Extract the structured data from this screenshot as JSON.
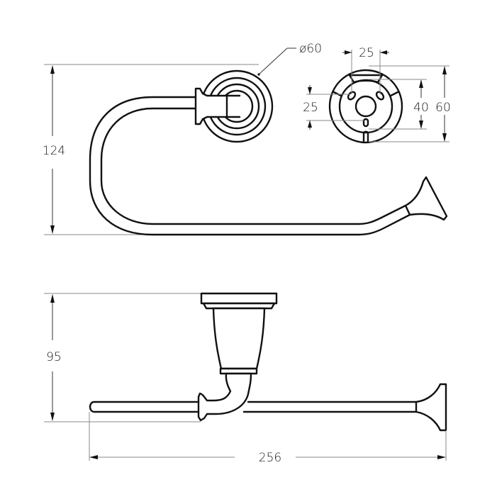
{
  "drawing": {
    "type": "technical-drawing",
    "subject": "towel ring",
    "units": "mm",
    "colors": {
      "object_line": "#111111",
      "dimension_line": "#8a8a8a",
      "text": "#1a1a1a",
      "background": "#ffffff"
    }
  },
  "views": {
    "top": {
      "height_label": "124",
      "diameter_label": "ø60"
    },
    "base_plate": {
      "hole_spacing_horizontal": "25",
      "hole_spacing_vertical": "25",
      "inner_height": "40",
      "outer_height": "60"
    },
    "front": {
      "height_label": "95",
      "width_label": "256"
    }
  }
}
